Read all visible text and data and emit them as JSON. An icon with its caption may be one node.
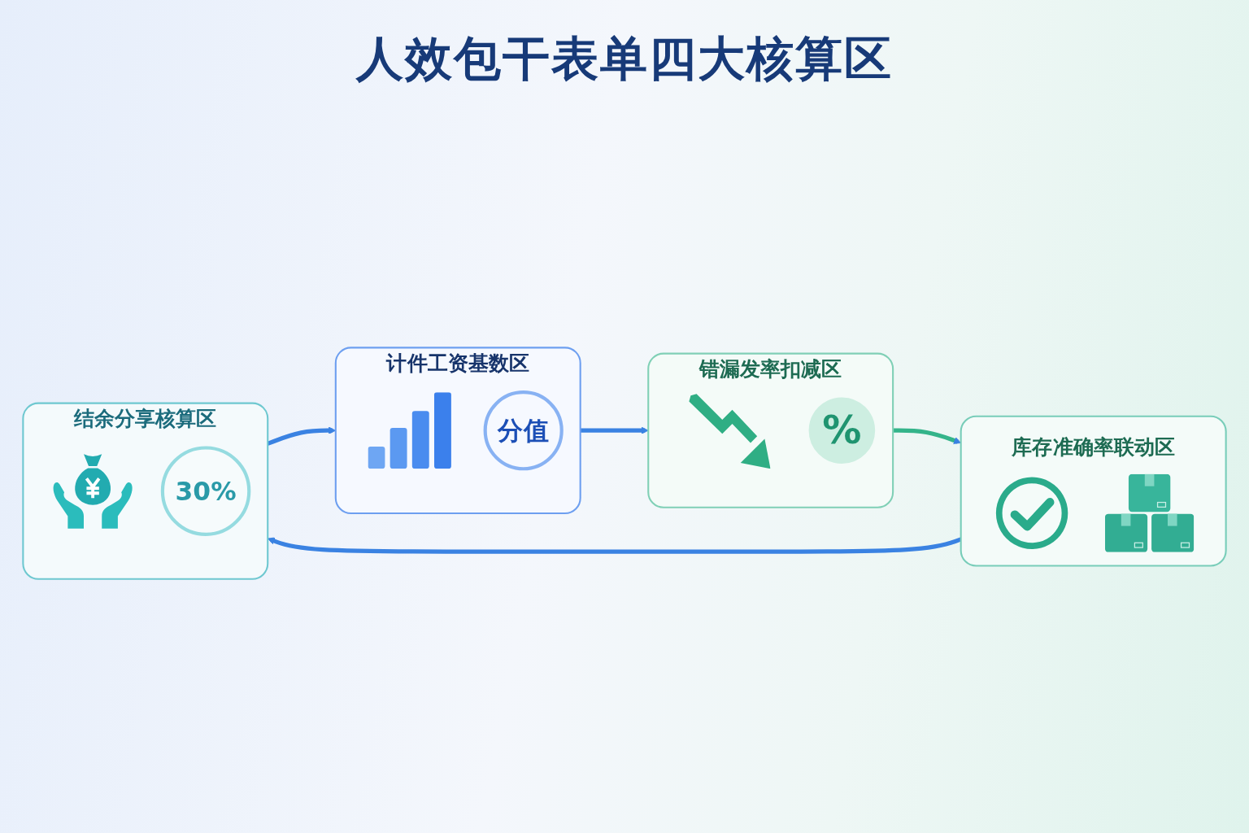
{
  "diagram": {
    "title": "人效包干表单四大核算区",
    "nodes": [
      {
        "text": [
          "计件工资基数区"
        ]
      },
      {
        "text": [
          "分值"
        ],
        "in": 0
      },
      {
        "text": [
          "错漏发率扣减区"
        ]
      },
      {
        "text": [
          "%"
        ],
        "in": 2
      },
      {
        "text": [
          "库存准确率联动区"
        ]
      },
      {
        "text": [
          "结余分享核算区"
        ]
      },
      {
        "text": [
          "30%"
        ],
        "in": 5
      }
    ],
    "edges": [
      {
        "from": 0,
        "to": 2,
        "arrow": "to"
      },
      {
        "from": 2,
        "to": 4,
        "arrow": "to",
        "color": "#34b48a"
      },
      {
        "from": 4,
        "to": 5,
        "arrow": "to"
      },
      {
        "from": 5,
        "to": 0,
        "arrow": "to"
      }
    ]
  }
}
